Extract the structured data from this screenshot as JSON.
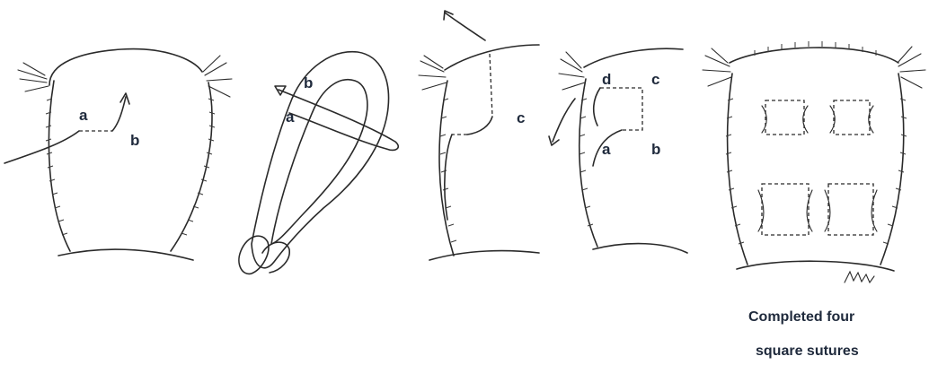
{
  "figure": {
    "panel1": {
      "label_a": "a",
      "label_b": "b"
    },
    "panel2": {
      "label_b": "b",
      "label_a": "a"
    },
    "panel3": {
      "label_c": "c"
    },
    "panel4": {
      "label_d": "d",
      "label_c": "c",
      "label_a": "a",
      "label_b": "b"
    },
    "panel5": {
      "caption_line1": "Completed four",
      "caption_line2": "square sutures"
    }
  }
}
